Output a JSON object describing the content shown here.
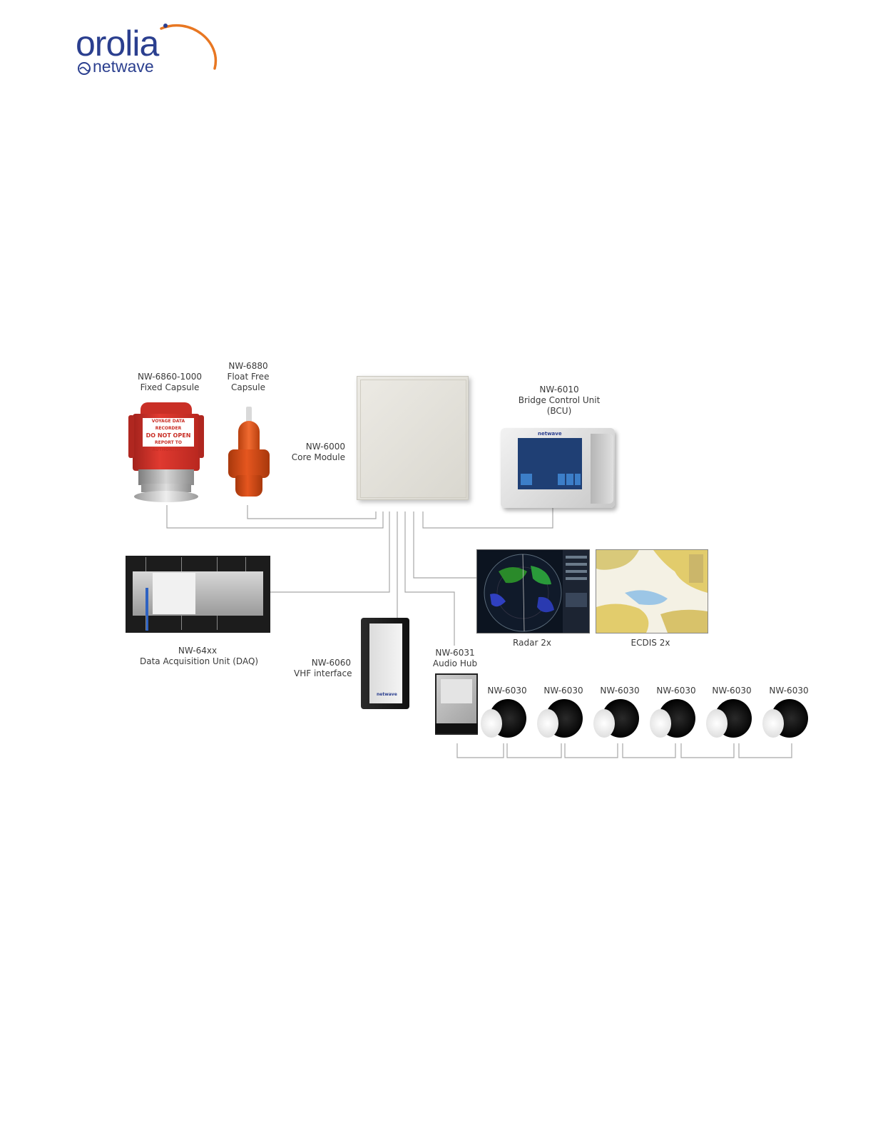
{
  "logo": {
    "brand": "orolia",
    "sub": "netwave",
    "colors": {
      "primary": "#2b3f8f",
      "accent": "#e87722"
    }
  },
  "devices": {
    "fixed_capsule": {
      "model": "NW-6860-1000",
      "name": "Fixed Capsule"
    },
    "float_free_capsule": {
      "model": "NW-6880",
      "name_line1": "Float Free",
      "name_line2": "Capsule"
    },
    "core_module": {
      "model": "NW-6000",
      "name": "Core Module"
    },
    "bcu": {
      "model": "NW-6010",
      "name": "Bridge Control Unit",
      "abbr": "(BCU)"
    },
    "daq": {
      "model": "NW-64xx",
      "name": "Data Acquisition Unit (DAQ)"
    },
    "vhf": {
      "model": "NW-6060",
      "name": "VHF interface"
    },
    "audio_hub": {
      "model": "NW-6031",
      "name": "Audio Hub"
    },
    "radar": {
      "name": "Radar 2x"
    },
    "ecdis": {
      "name": "ECDIS 2x"
    },
    "microphones": [
      {
        "model": "NW-6030"
      },
      {
        "model": "NW-6030"
      },
      {
        "model": "NW-6030"
      },
      {
        "model": "NW-6030"
      },
      {
        "model": "NW-6030"
      },
      {
        "model": "NW-6030"
      }
    ]
  },
  "printed_on_devices": {
    "capsule_line1": "VOYAGE DATA RECORDER",
    "capsule_line2": "DO NOT OPEN",
    "capsule_line3": "REPORT TO AUTHORITIES",
    "netwave_badge": "netwave"
  },
  "colors": {
    "capsule_red": "#d8342b",
    "float_orange": "#e2561e",
    "connector_line": "#a8a8a8"
  }
}
